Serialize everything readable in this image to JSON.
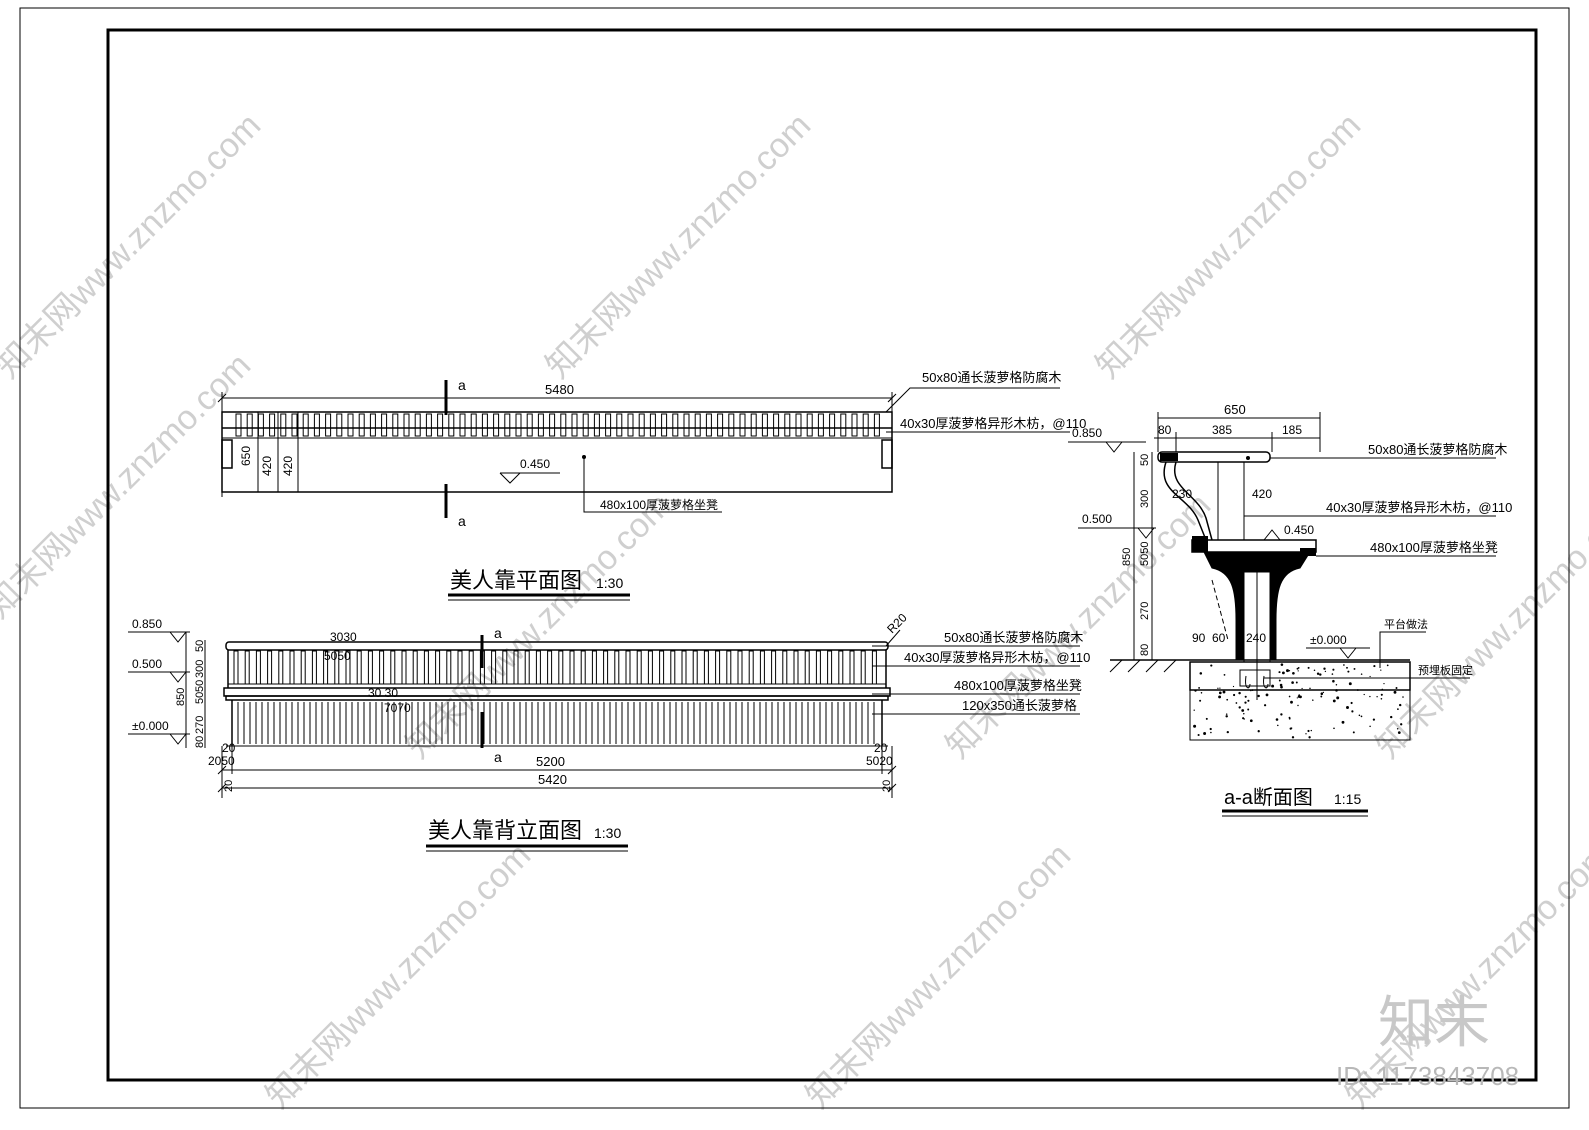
{
  "plan": {
    "title": "美人靠平面图",
    "scale": "1:30",
    "section_a_top": "a",
    "section_a_bottom": "a",
    "dim_total": "5480",
    "dims_left": [
      "650",
      "420",
      "420"
    ],
    "elevation": "0.450",
    "labels": [
      "50x80通长菠萝格防腐木",
      "40x30厚菠萝格异形木枋，@110",
      "480x100厚菠萝格坐凳"
    ]
  },
  "elevation_view": {
    "title": "美人靠背立面图",
    "scale": "1:30",
    "section_a_top": "a",
    "section_a_bottom": "a",
    "levels": [
      "0.850",
      "0.500",
      "±0.000"
    ],
    "left_dims": [
      "850",
      "50",
      "300",
      "50",
      "50",
      "270",
      "80"
    ],
    "dim_3030": "3030",
    "dim_5050": "5050",
    "dim_30_30": "30 30",
    "dim_7070": "7070",
    "radius": "R20",
    "dim_5200": "5200",
    "dim_5420": "5420",
    "dim_20_left": "20",
    "dim_2050_left": "2050",
    "dim_20_bottom_left": "20",
    "dim_20_right": "20",
    "dim_5020_right": "5020",
    "dim_20_bottom_right": "20",
    "labels": [
      "50x80通长菠萝格防腐木",
      "40x30厚菠萝格异形木枋，@110",
      "480x100厚菠萝格坐凳",
      "120x350通长菠萝格"
    ]
  },
  "section": {
    "title": "a-a断面图",
    "scale": "1:15",
    "dim_650": "650",
    "dim_80": "80",
    "dim_385": "385",
    "dim_185": "185",
    "dim_230": "230",
    "dim_420": "420",
    "dim_90": "90",
    "dim_60": "60",
    "dim_240": "240",
    "left_dims": [
      "50",
      "300",
      "850",
      "5050",
      "270",
      "80"
    ],
    "levels": {
      "top": "0.850",
      "mid": "0.500",
      "seat": "0.450",
      "ground": "±0.000"
    },
    "labels": [
      "50x80通长菠萝格防腐木",
      "40x30厚菠萝格异形木枋，@110",
      "480x100厚菠萝格坐凳",
      "平台做法",
      "预埋板固定"
    ]
  },
  "watermark": {
    "text": "知末网www.znzmo.com",
    "logo": "知末",
    "id": "ID: 1173843708"
  }
}
